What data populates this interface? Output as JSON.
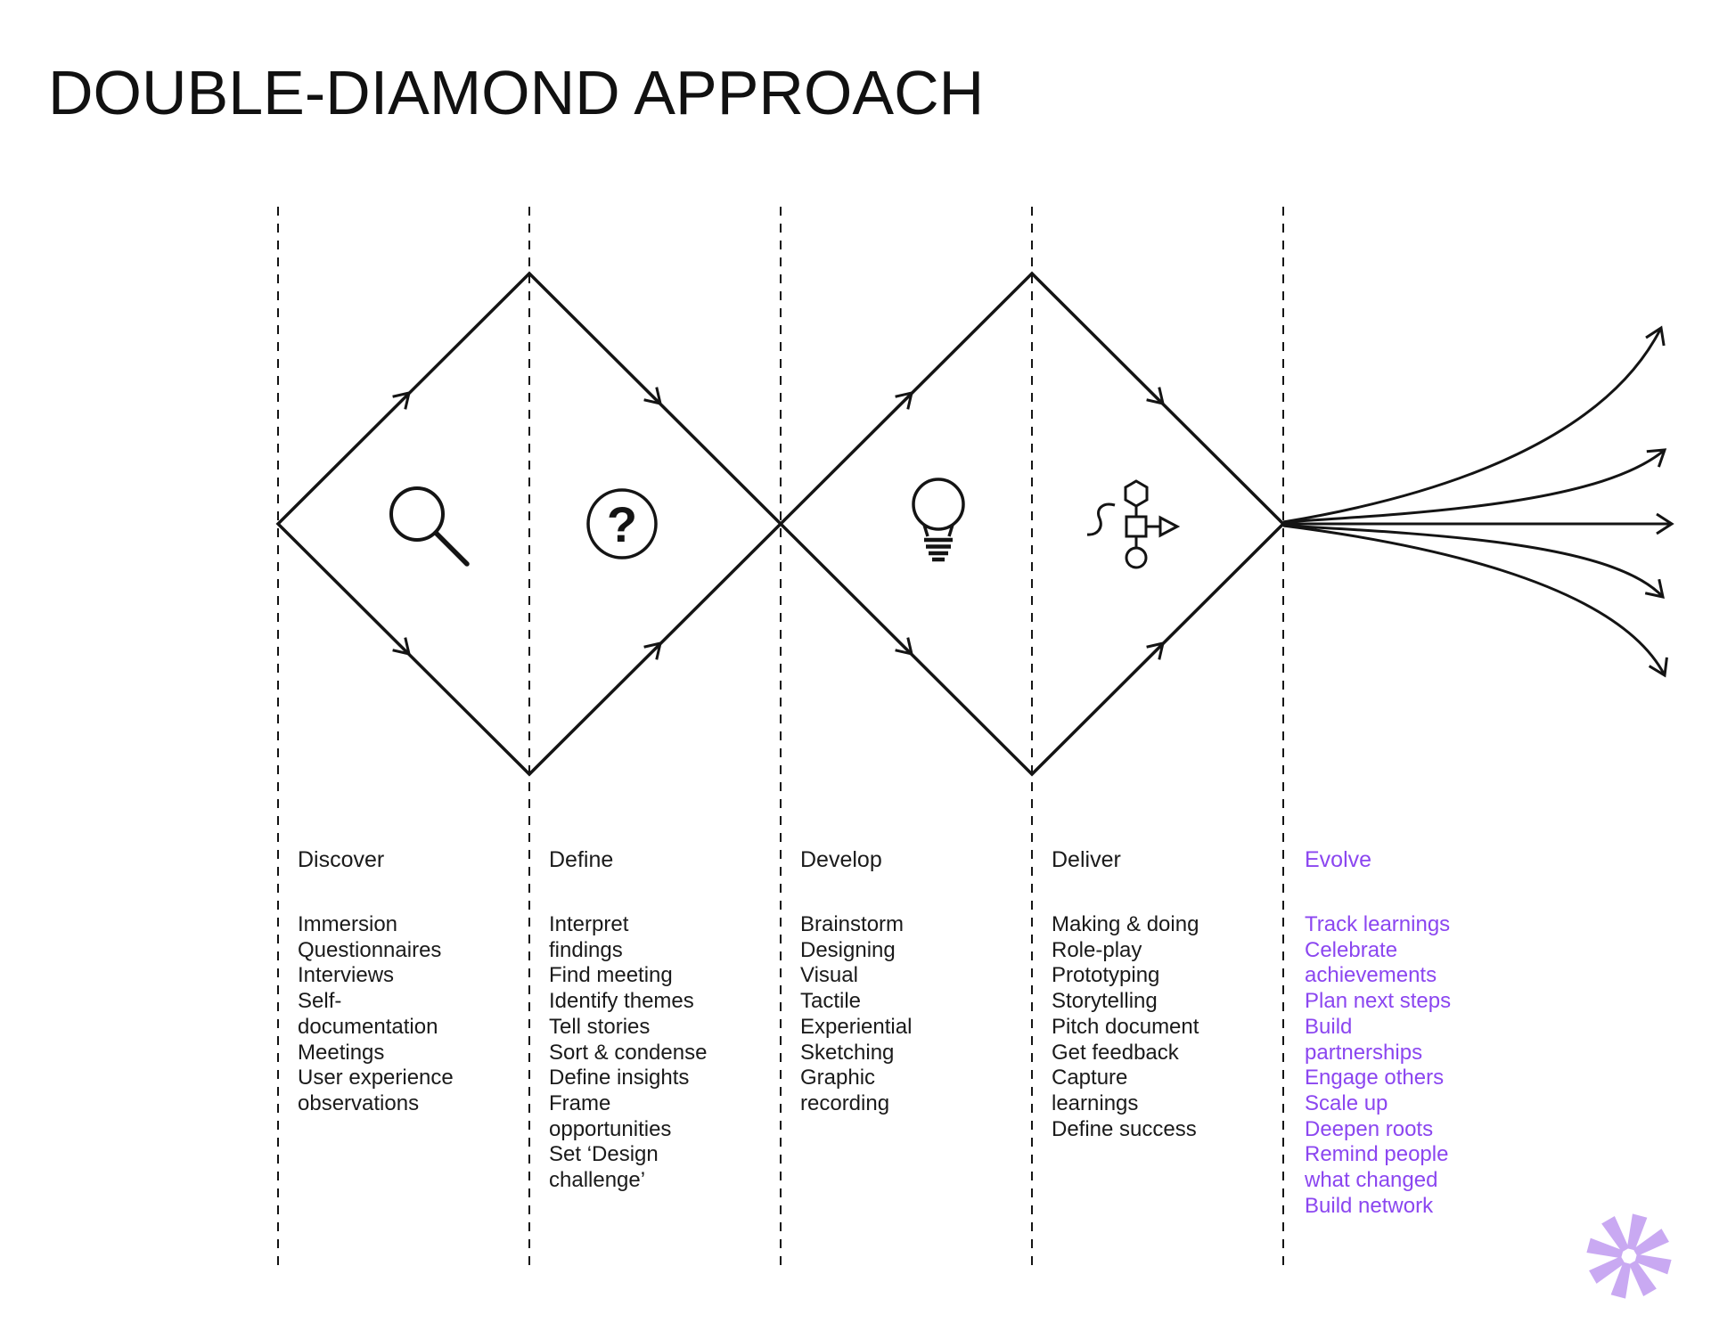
{
  "title": "DOUBLE-DIAMOND APPROACH",
  "colors": {
    "line_black": "#141414",
    "text_black": "#1a1a1a",
    "accent_purple": "#8b46f0",
    "asterisk_light_purple": "#c9a9f2",
    "background": "#ffffff"
  },
  "diagram": {
    "diamond_count": 2,
    "fan_arrow_count": 5,
    "question_glyph": "?",
    "icons": [
      "magnifier-icon",
      "question-mark-icon",
      "lightbulb-icon",
      "flowchart-icon"
    ]
  },
  "phases": [
    {
      "label": "Discover",
      "icon": "magnifier-icon",
      "items": [
        "Immersion",
        "Questionnaires",
        "Interviews",
        "Self-\ndocumentation",
        "Meetings",
        "User experience\nobservations"
      ]
    },
    {
      "label": "Define",
      "icon": "question-mark-icon",
      "items": [
        "Interpret\nfindings",
        "Find meeting",
        "Identify themes",
        "Tell stories",
        "Sort & condense",
        "Define insights",
        "Frame\nopportunities",
        "Set ‘Design\nchallenge’"
      ]
    },
    {
      "label": "Develop",
      "icon": "lightbulb-icon",
      "items": [
        "Brainstorm",
        "Designing",
        "Visual",
        "Tactile",
        "Experiential",
        "Sketching",
        "Graphic\nrecording"
      ]
    },
    {
      "label": "Deliver",
      "icon": "flowchart-icon",
      "items": [
        "Making & doing",
        "Role-play",
        "Prototyping",
        "Storytelling",
        "Pitch document",
        "Get feedback",
        "Capture\nlearnings",
        "Define success"
      ]
    },
    {
      "label": "Evolve",
      "icon": "",
      "items": [
        "Track learnings",
        "Celebrate\nachievements",
        "Plan next steps",
        "Build\npartnerships",
        "Engage others",
        "Scale up",
        "Deepen roots",
        "Remind people\nwhat changed",
        "Build network"
      ]
    }
  ]
}
